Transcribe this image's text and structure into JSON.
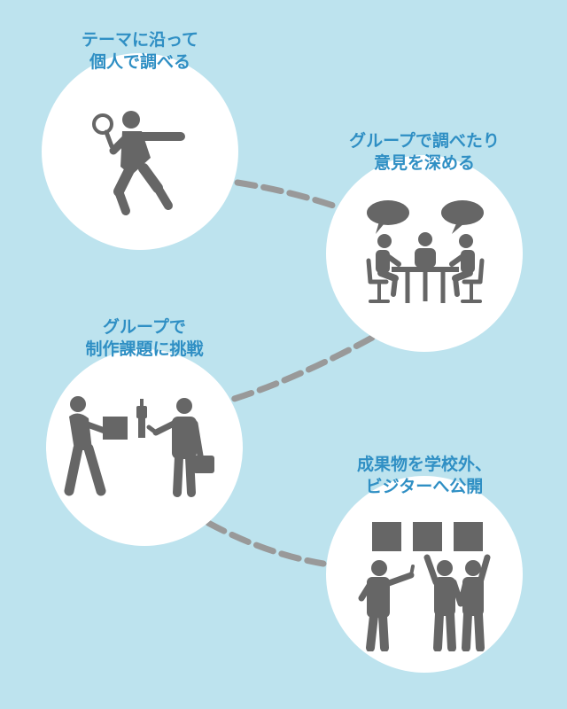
{
  "colors": {
    "background": "#bde3ee",
    "circle": "#ffffff",
    "label": "#2f8fc4",
    "figure": "#666666",
    "connector": "#999999"
  },
  "steps": [
    {
      "lines": [
        "テーマに沿って",
        "個人で調べる"
      ],
      "icon": "person-magnifying-glass-icon"
    },
    {
      "lines": [
        "グループで調べたり",
        "意見を深める"
      ],
      "icon": "group-discussion-icon"
    },
    {
      "lines": [
        "グループで",
        "制作課題に挑戦"
      ],
      "icon": "people-working-icon"
    },
    {
      "lines": [
        "成果物を学校外、",
        "ビジターへ公開"
      ],
      "icon": "presentation-audience-icon"
    }
  ]
}
